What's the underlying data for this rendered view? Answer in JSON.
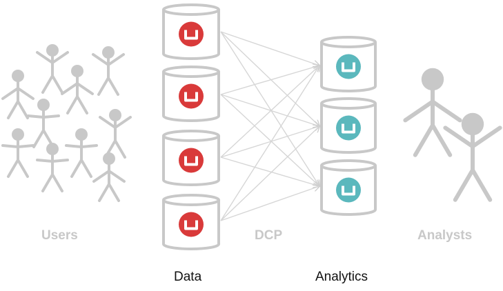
{
  "labels": {
    "users": "Users",
    "dcp": "DCP",
    "analysts": "Analysts",
    "data": "Data",
    "analytics": "Analytics"
  },
  "colors": {
    "gray": "#c8c8c8",
    "data_node": "#d93a3a",
    "analytics_node": "#5bb8bd",
    "text_dark": "#111111"
  },
  "icons": {
    "user": "stick-figure-icon",
    "database": "cylinder-database-icon",
    "node_logo": "couchbase-logo-icon"
  }
}
